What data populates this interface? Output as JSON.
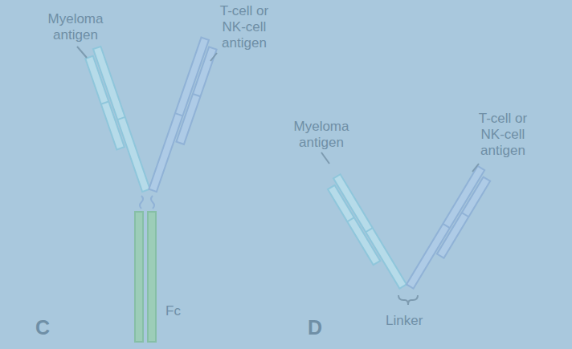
{
  "diagram": {
    "labels": [
      "Myeloma antigen",
      "T-cell or NK-cell antigen",
      "Fc",
      "C",
      "Myeloma antigen",
      "T-cell or NK-cell antigen",
      "D",
      "Linker"
    ]
  }
}
